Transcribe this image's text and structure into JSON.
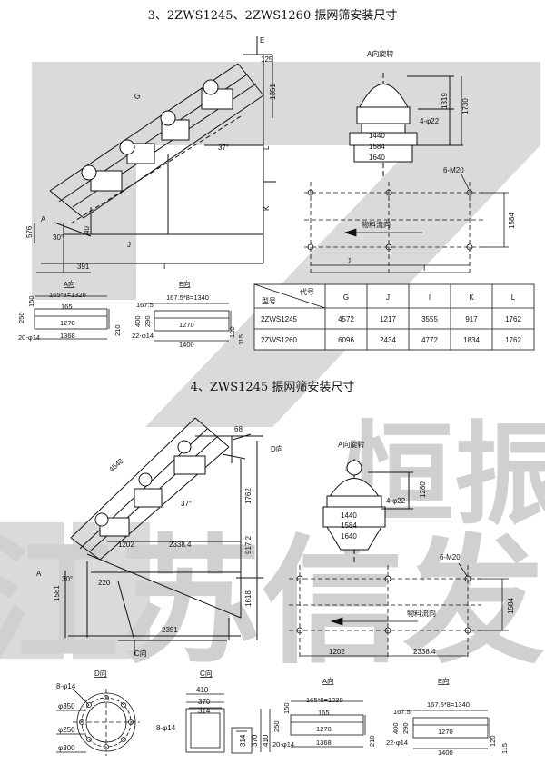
{
  "sections": [
    {
      "title": "3、2ZWS1245、2ZWS1260 振网筛安装尺寸",
      "side_view": {
        "dims": [
          "125",
          "1351",
          "G",
          "37°",
          "L",
          "K",
          "576",
          "A",
          "30°",
          "40",
          "J",
          "391",
          "I"
        ],
        "view_arrow": "E"
      },
      "a_view": {
        "title": "A向旋转",
        "dims": [
          "1319",
          "1730",
          "4-φ22",
          "1440",
          "1584",
          "1640"
        ]
      },
      "plan_view": {
        "bolts": "6-M20",
        "flow_label": "物料流向",
        "dims": [
          "1584",
          "J",
          "I"
        ]
      },
      "a_dir": {
        "title": "A向",
        "dims": [
          "165*8=1320",
          "165",
          "150",
          "250",
          "20-φ14",
          "1270",
          "1368",
          "210"
        ]
      },
      "e_dir": {
        "title": "E向",
        "dims": [
          "167.5",
          "167.5*8=1340",
          "400",
          "290",
          "22-φ14",
          "1270",
          "1400",
          "120",
          "115"
        ]
      },
      "table": {
        "header_code": "代号",
        "header_model": "型号",
        "columns": [
          "G",
          "J",
          "I",
          "K",
          "L"
        ],
        "rows": [
          {
            "model": "2ZWS1245",
            "values": [
              "4572",
              "1217",
              "3555",
              "917",
              "1762"
            ]
          },
          {
            "model": "2ZWS1260",
            "values": [
              "6096",
              "2434",
              "4772",
              "1834",
              "1762"
            ]
          }
        ]
      }
    },
    {
      "title": "4、ZWS1245 振网筛安装尺寸",
      "side_view": {
        "dims": [
          "68",
          "4548",
          "37°",
          "1762",
          "1202",
          "2338.4",
          "917.2",
          "A",
          "30°",
          "220",
          "1581",
          "1618",
          "2351"
        ],
        "d_arrow": "D向",
        "c_arrow": "C向"
      },
      "a_view": {
        "title": "A向旋转",
        "dims": [
          "1280",
          "4-φ22",
          "1440",
          "1584",
          "1640"
        ]
      },
      "plan_view": {
        "bolts": "6-M20",
        "flow_label": "物料流向",
        "dims": [
          "1584",
          "1202",
          "2338.4"
        ]
      },
      "d_dir": {
        "title": "D向",
        "dims": [
          "8-φ14",
          "φ350",
          "φ250",
          "φ300"
        ]
      },
      "c_dir": {
        "title": "C向",
        "dims": [
          "410",
          "370",
          "314",
          "8-φ14",
          "314",
          "370",
          "410"
        ]
      },
      "a_dir": {
        "title": "A向",
        "dims": [
          "165*8=1320",
          "165",
          "150",
          "250",
          "20-φ14",
          "1270",
          "1368",
          "210"
        ]
      },
      "e_dir": {
        "title": "E向",
        "dims": [
          "167.5",
          "167.5*8=1340",
          "400",
          "290",
          "22-φ14",
          "1270",
          "1400",
          "120",
          "115"
        ]
      }
    }
  ],
  "watermark": {
    "line1": "恒振",
    "line2": "江苏信发"
  }
}
